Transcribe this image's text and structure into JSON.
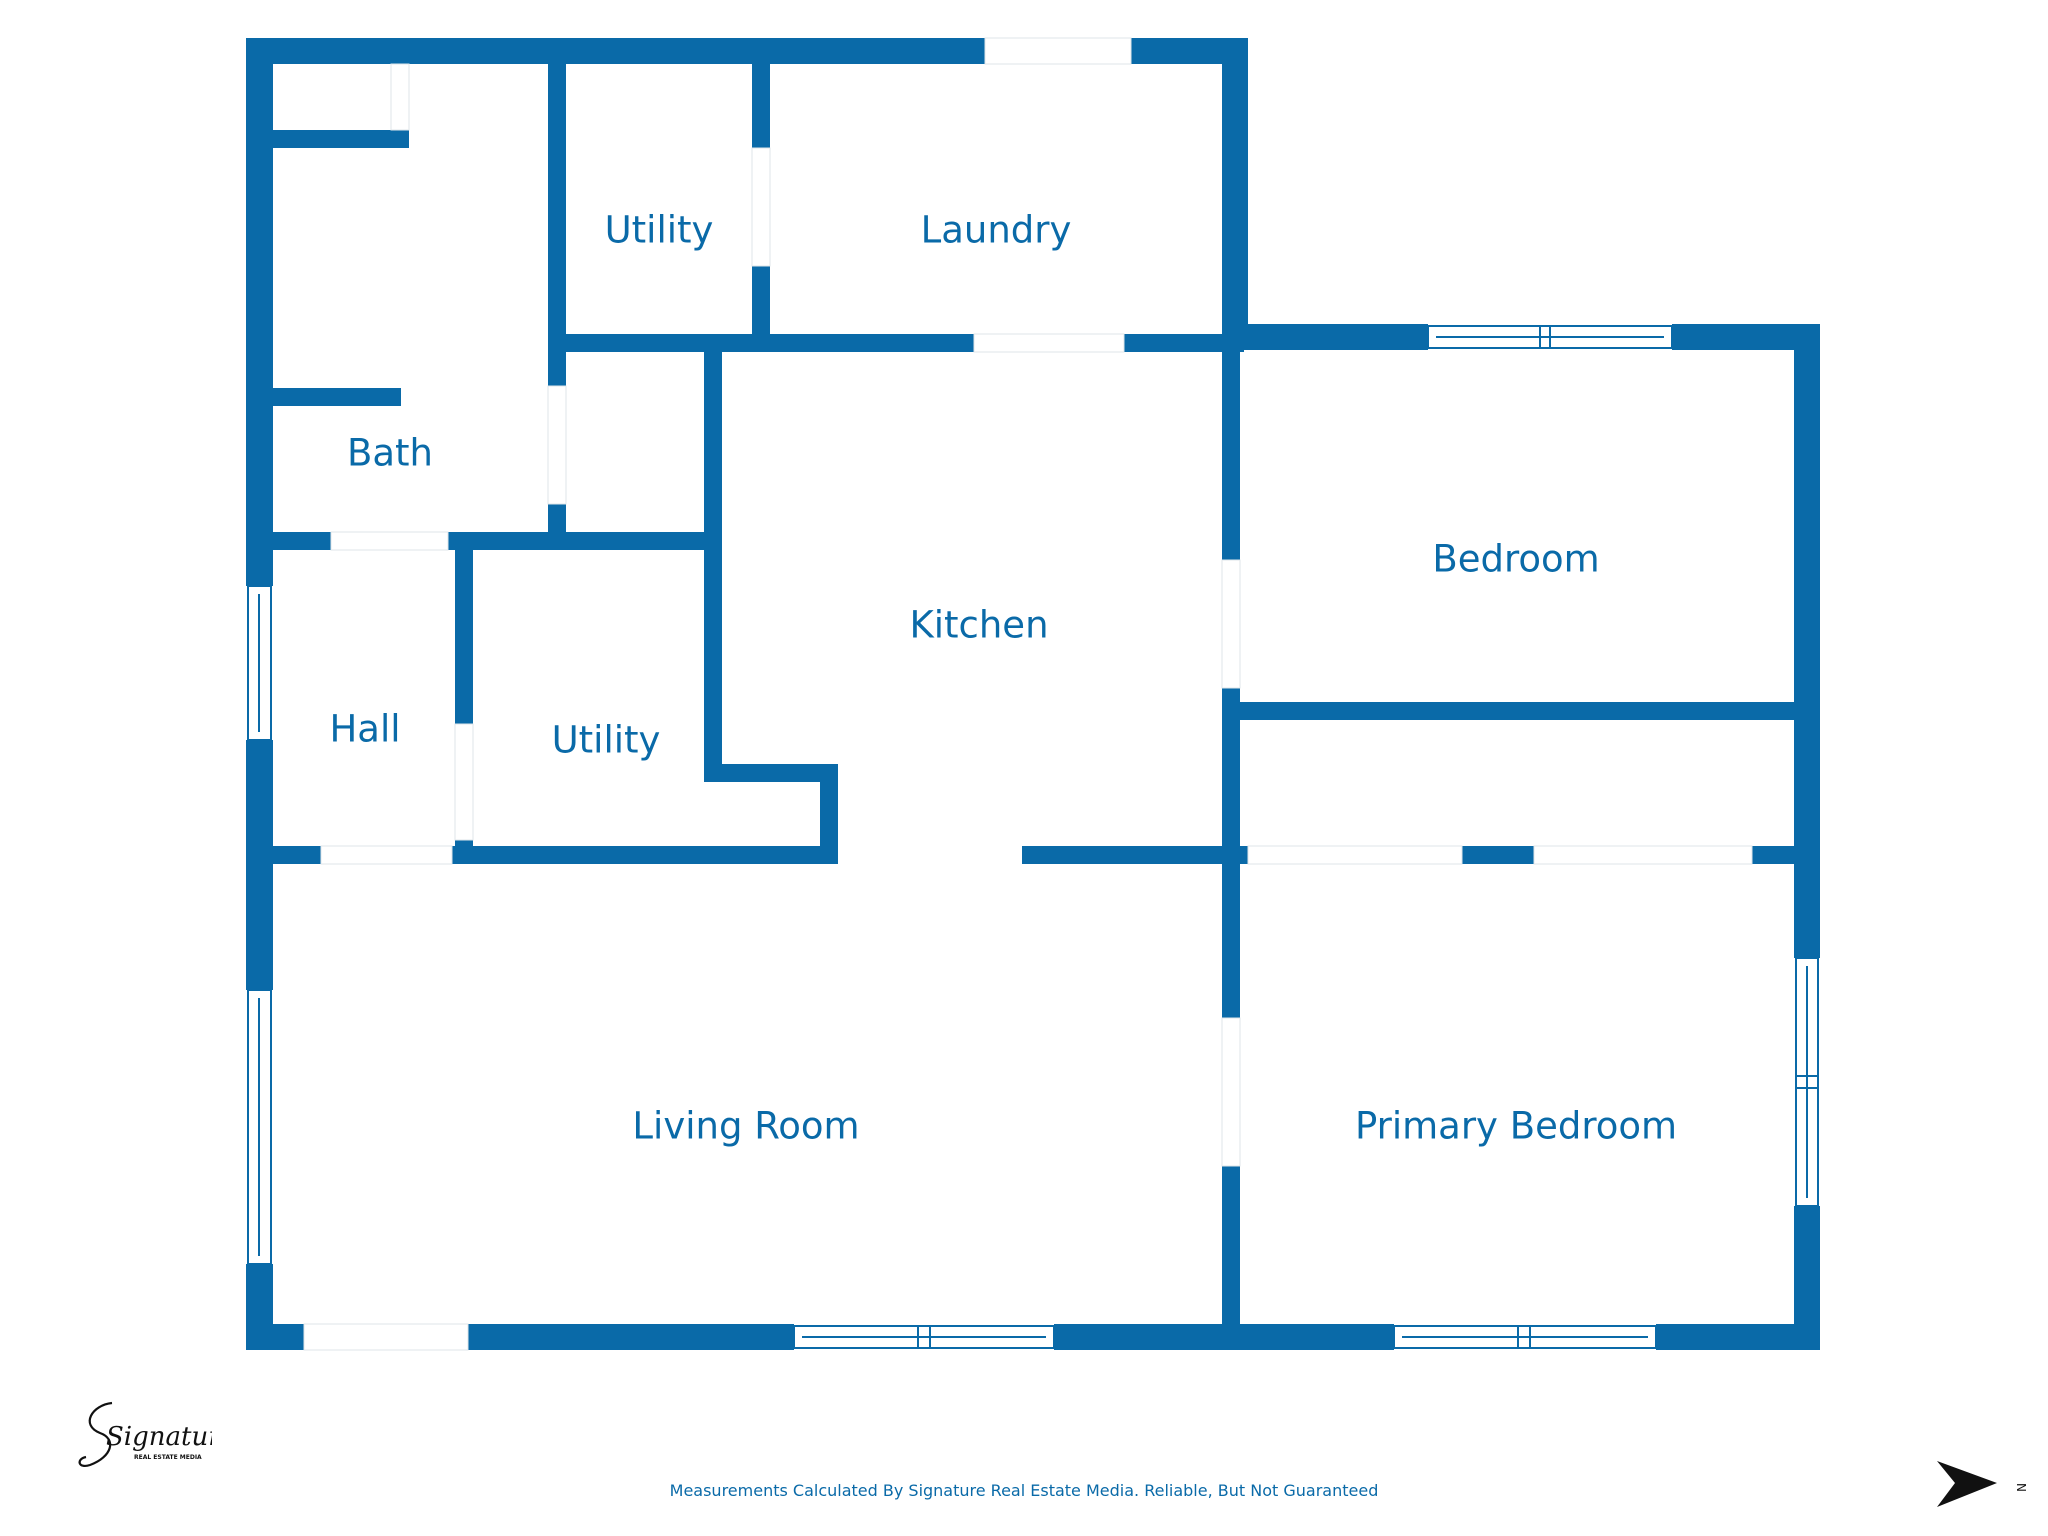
{
  "rooms": {
    "utility_top": "Utility",
    "laundry": "Laundry",
    "bath": "Bath",
    "bedroom": "Bedroom",
    "kitchen": "Kitchen",
    "hall": "Hall",
    "utility_mid": "Utility",
    "living_room": "Living Room",
    "primary_bedroom": "Primary Bedroom"
  },
  "footer": {
    "disclaimer": "Measurements Calculated By Signature Real Estate Media. Reliable, But Not Guaranteed"
  },
  "logo": {
    "wordmark": "Signature",
    "subtitle": "REAL ESTATE MEDIA"
  },
  "compass": {
    "direction": "N"
  },
  "colors": {
    "wall": "#0a6aa8",
    "background": "#ffffff"
  }
}
